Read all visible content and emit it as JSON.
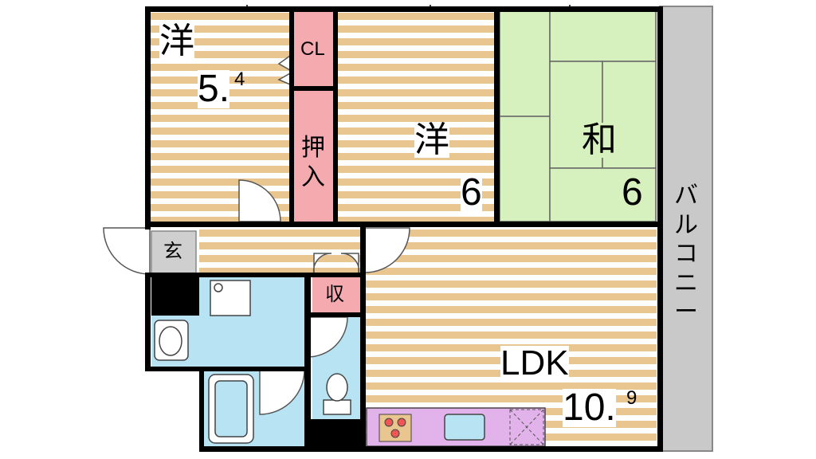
{
  "rooms": {
    "western_room_1": {
      "type": "洋",
      "size_main": "5.",
      "size_sup": "4"
    },
    "western_room_2": {
      "type": "洋",
      "size": "6"
    },
    "japanese_room": {
      "type": "和",
      "size": "6"
    },
    "ldk": {
      "type": "LDK",
      "size_main": "10.",
      "size_sup": "9"
    }
  },
  "labels": {
    "closet": "CL",
    "oshiire": [
      "押",
      "入"
    ],
    "entrance": "玄",
    "storage": "収",
    "balcony": [
      "バ",
      "ル",
      "コ",
      "ニ",
      "ー"
    ]
  },
  "colors": {
    "wood_floor": "#e9c590",
    "tatami": "#d6f1bd",
    "closet_pink": "#f5aab0",
    "wet_area_blue": "#b8e3f2",
    "kitchen_purple": "#e2b2ea",
    "balcony_gray": "#c9c9c9",
    "wall": "#000000"
  }
}
